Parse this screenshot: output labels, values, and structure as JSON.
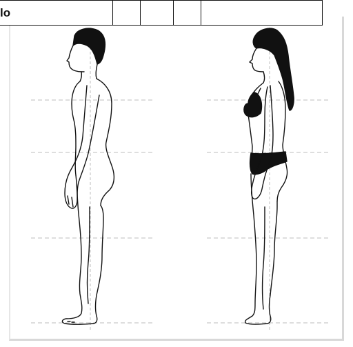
{
  "header": {
    "label": "lo"
  },
  "figures": [
    {
      "name": "male-figure"
    },
    {
      "name": "female-figure"
    }
  ]
}
